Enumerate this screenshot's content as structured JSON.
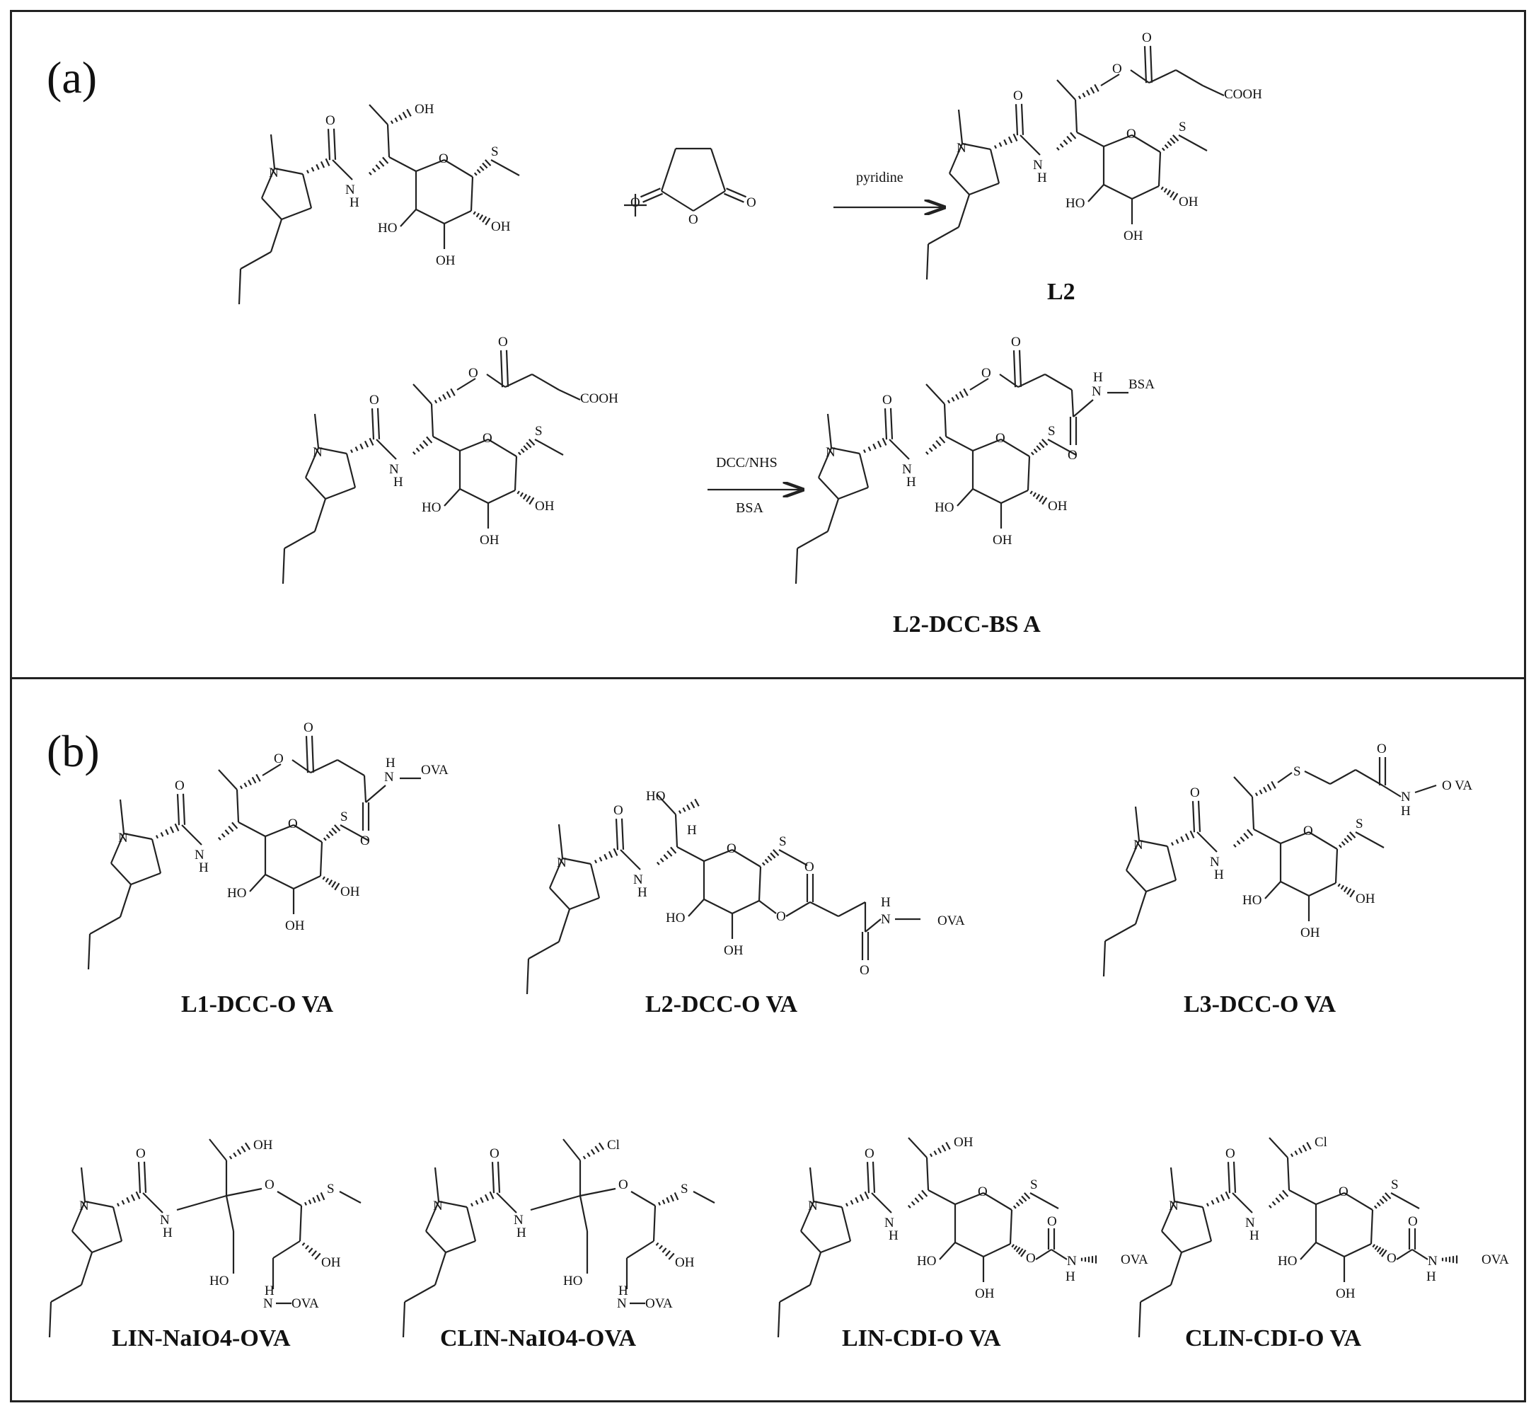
{
  "panels": {
    "a": {
      "label": "(a)"
    },
    "b": {
      "label": "(b)"
    }
  },
  "reactions": {
    "step1_reagent": "pyridine",
    "step2_reagent_top": "DCC/NHS",
    "step2_reagent_bottom": "BSA"
  },
  "atoms": {
    "OH": "OH",
    "HO": "HO",
    "N": "N",
    "H": "H",
    "O": "O",
    "S": "S",
    "Cl": "Cl",
    "COOH": "COOH",
    "BSA": "BSA",
    "OVA": "OVA",
    "OVA_spaced": "O VA"
  },
  "compounds": {
    "L2": "L2",
    "L2_DCC_BSA": "L2-DCC-BS A",
    "L1_DCC_OVA": "L1-DCC-O VA",
    "L2_DCC_OVA": "L2-DCC-O VA",
    "L3_DCC_OVA": "L3-DCC-O VA",
    "LIN_NaIO4_OVA": "LIN-NaIO4-OVA",
    "CLIN_NaIO4_OVA": "CLIN-NaIO4-OVA",
    "LIN_CDI_OVA": "LIN-CDI-O VA",
    "CLIN_CDI_OVA": "CLIN-CDI-O VA"
  },
  "colors": {
    "ink": "#222222",
    "background": "#ffffff"
  }
}
